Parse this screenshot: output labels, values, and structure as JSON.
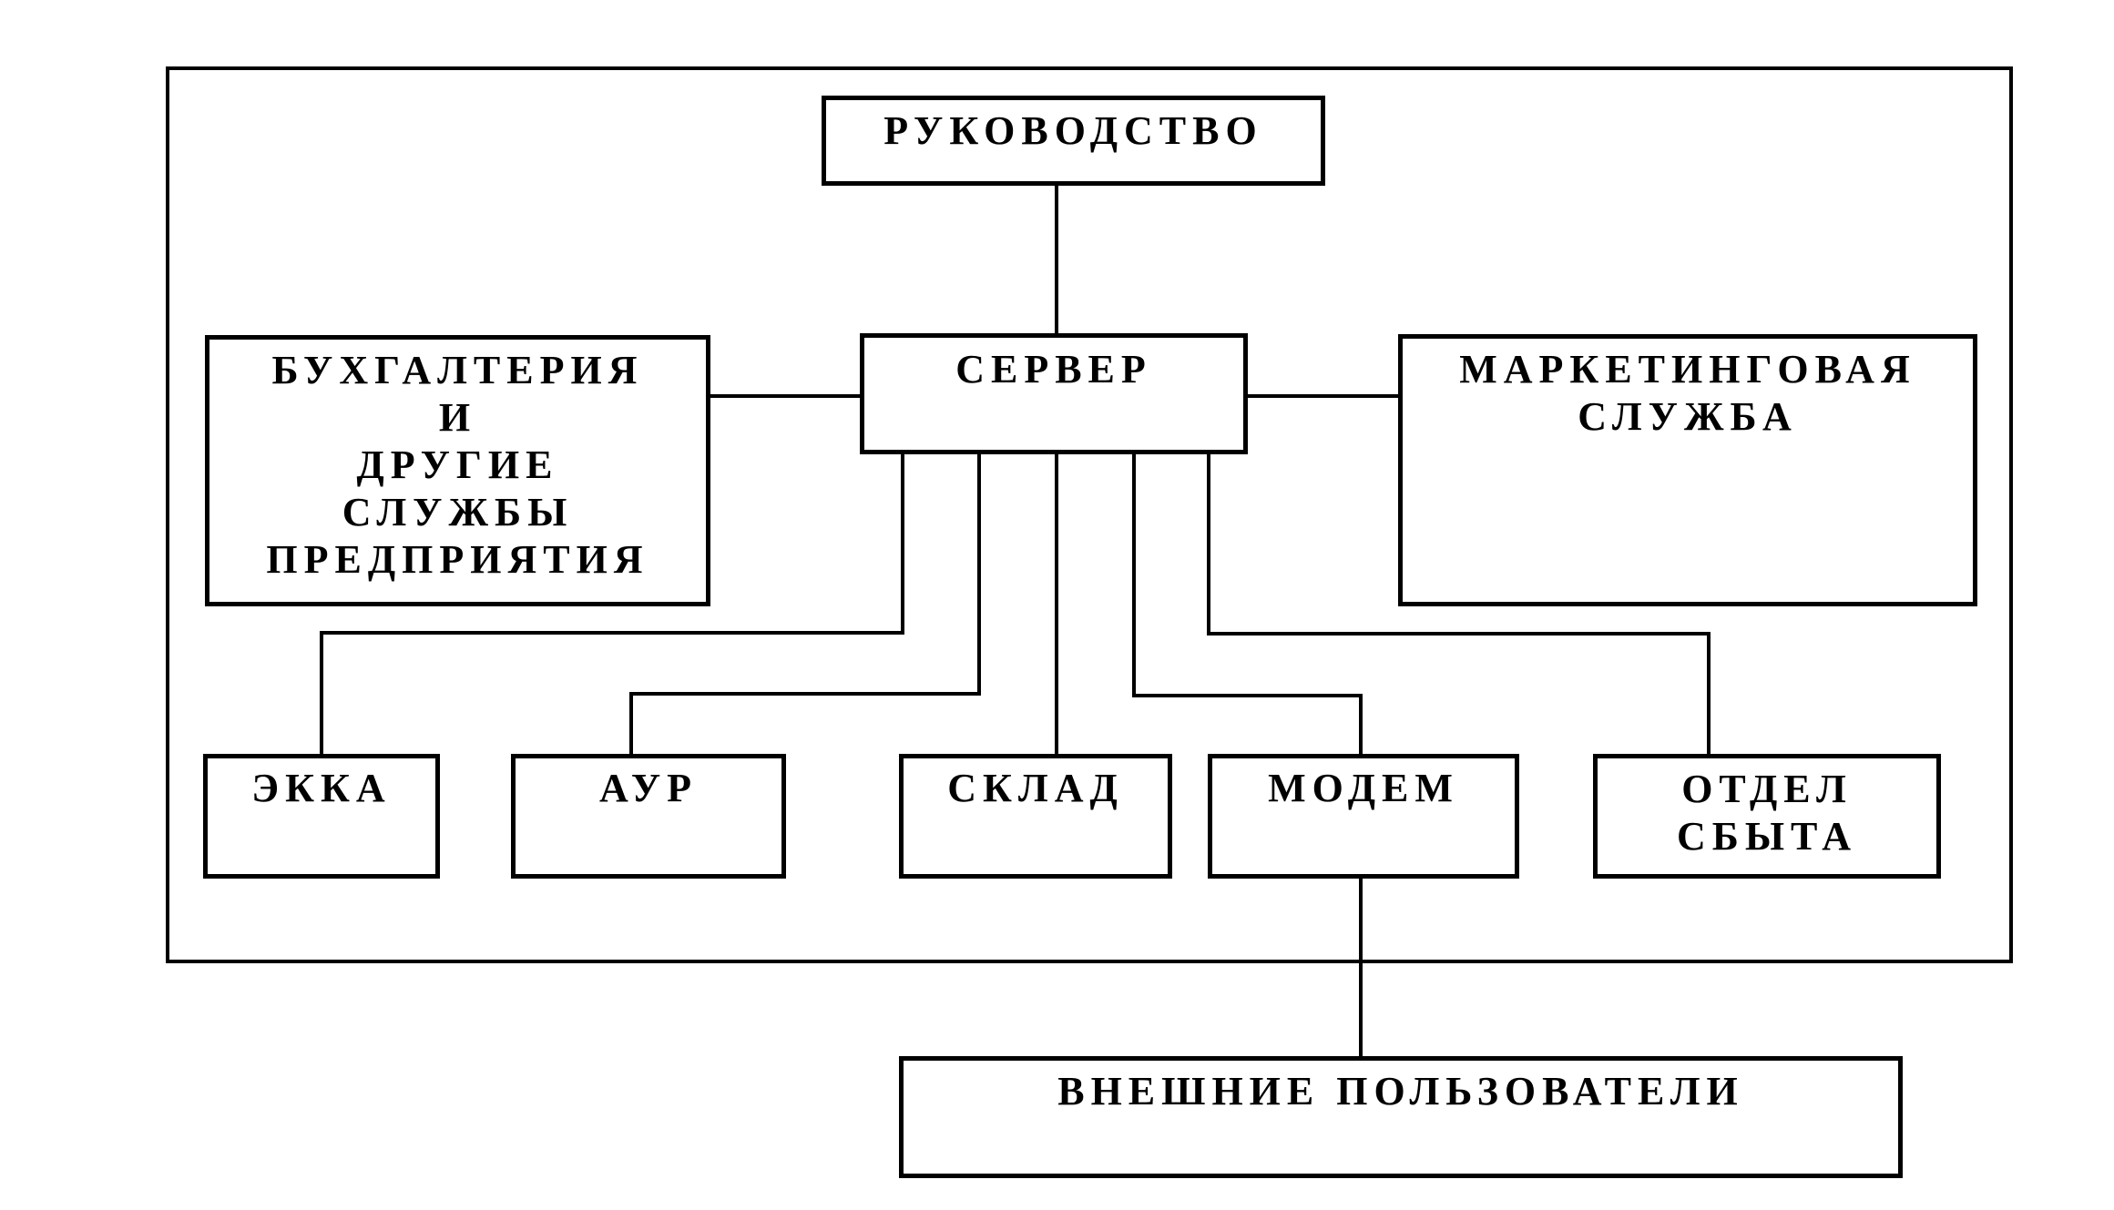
{
  "diagram": {
    "nodes": {
      "management": "РУКОВОДСТВО",
      "server": "СЕРВЕР",
      "accounting": "БУХГАЛТЕРИЯ\nИ\nДРУГИЕ\nСЛУЖБЫ\nПРЕДПРИЯТИЯ",
      "marketing": "МАРКЕТИНГОВАЯ\nСЛУЖБА",
      "ekka": "ЭККА",
      "aur": "АУР",
      "warehouse": "СКЛАД",
      "modem": "МОДЕМ",
      "sales": "ОТДЕЛ\nСБЫТА",
      "external_users": "ВНЕШНИЕ ПОЛЬЗОВАТЕЛИ"
    },
    "edges": [
      [
        "management",
        "server"
      ],
      [
        "accounting",
        "server"
      ],
      [
        "server",
        "marketing"
      ],
      [
        "server",
        "ekka"
      ],
      [
        "server",
        "aur"
      ],
      [
        "server",
        "warehouse"
      ],
      [
        "server",
        "modem"
      ],
      [
        "server",
        "sales"
      ],
      [
        "modem",
        "external_users"
      ]
    ]
  }
}
